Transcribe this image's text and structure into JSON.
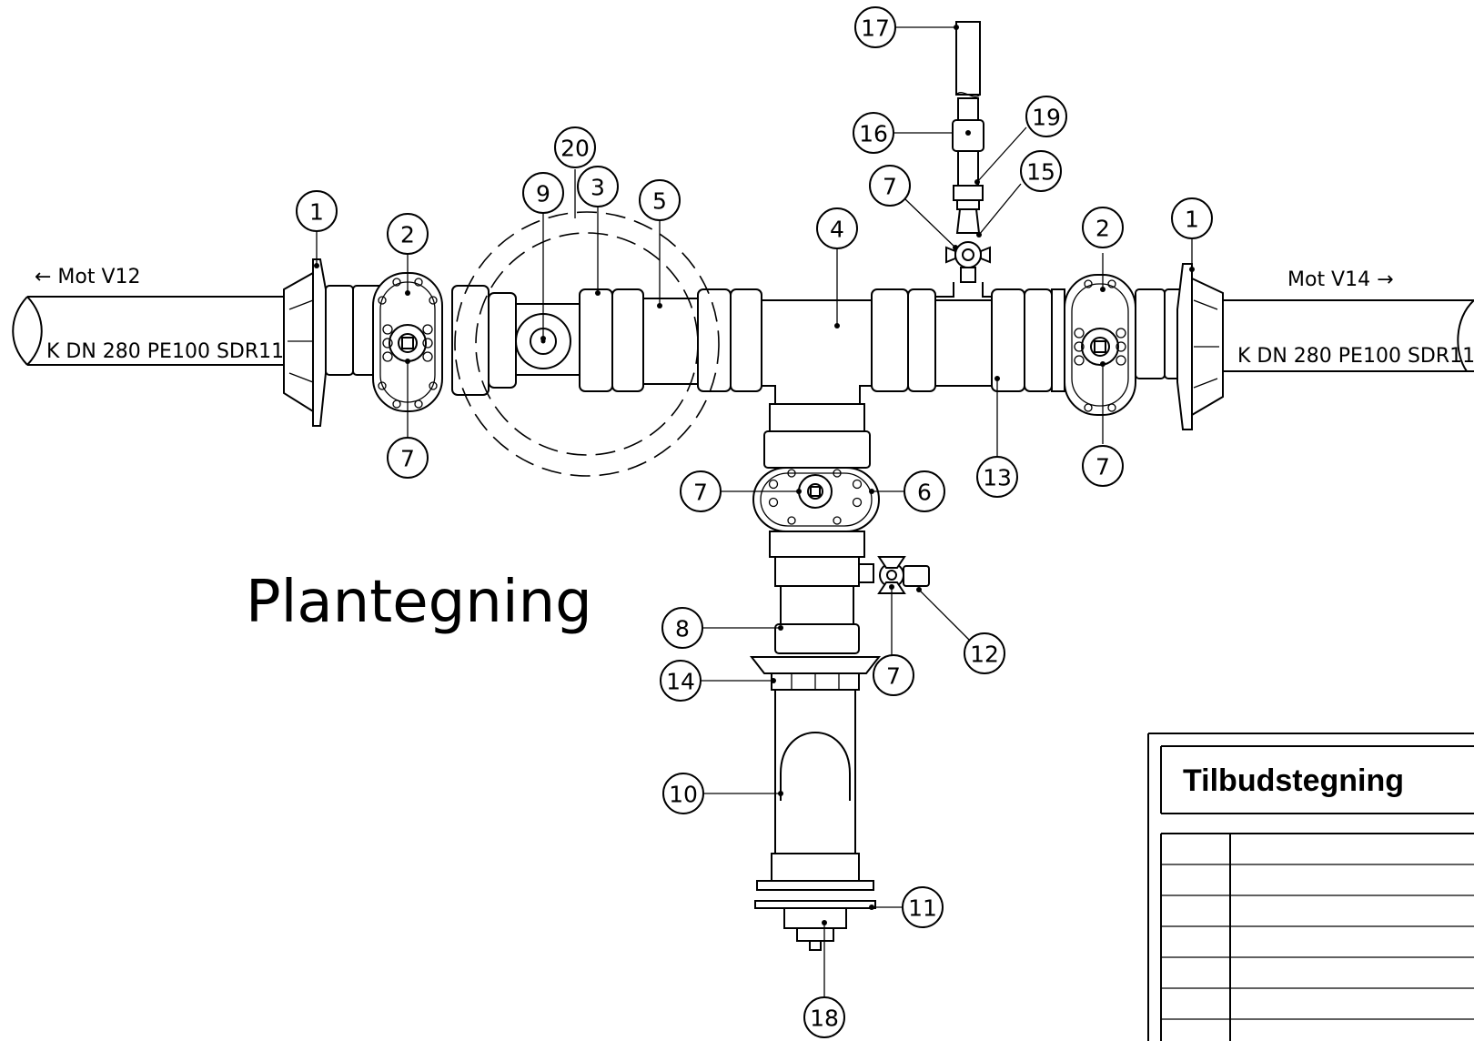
{
  "drawing": {
    "title": "Plantegning",
    "left_direction": "← Mot V12",
    "right_direction": "Mot V14 →",
    "left_pipe_label": "K DN 280 PE100 SDR11",
    "right_pipe_label": "K DN 280 PE100 SDR11"
  },
  "title_block": {
    "heading": "Tilbudstegning",
    "empty_rows": 7
  },
  "callouts": [
    {
      "id": "c1-left",
      "label": "1"
    },
    {
      "id": "c2-left",
      "label": "2"
    },
    {
      "id": "c7-left",
      "label": "7"
    },
    {
      "id": "c20",
      "label": "20"
    },
    {
      "id": "c9",
      "label": "9"
    },
    {
      "id": "c3",
      "label": "3"
    },
    {
      "id": "c5",
      "label": "5"
    },
    {
      "id": "c4",
      "label": "4"
    },
    {
      "id": "c17",
      "label": "17"
    },
    {
      "id": "c16",
      "label": "16"
    },
    {
      "id": "c19",
      "label": "19"
    },
    {
      "id": "c15",
      "label": "15"
    },
    {
      "id": "c7-top",
      "label": "7"
    },
    {
      "id": "c2-right",
      "label": "2"
    },
    {
      "id": "c1-right",
      "label": "1"
    },
    {
      "id": "c13",
      "label": "13"
    },
    {
      "id": "c7-right",
      "label": "7"
    },
    {
      "id": "c7-mid",
      "label": "7"
    },
    {
      "id": "c6",
      "label": "6"
    },
    {
      "id": "c8",
      "label": "8"
    },
    {
      "id": "c14",
      "label": "14"
    },
    {
      "id": "c7-low",
      "label": "7"
    },
    {
      "id": "c12",
      "label": "12"
    },
    {
      "id": "c10",
      "label": "10"
    },
    {
      "id": "c11",
      "label": "11"
    },
    {
      "id": "c18",
      "label": "18"
    }
  ]
}
